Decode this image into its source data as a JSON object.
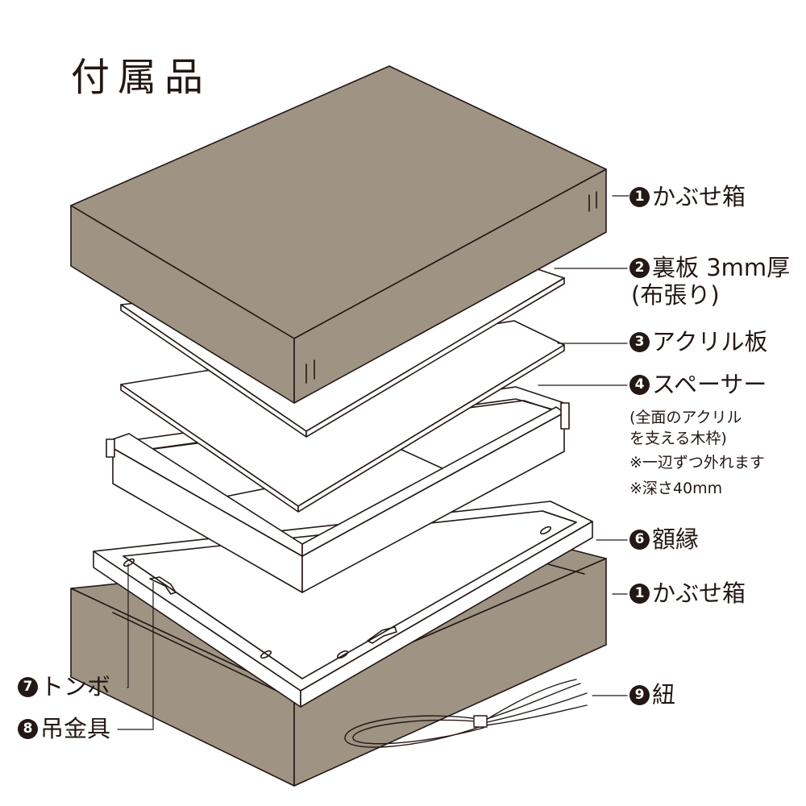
{
  "title": "付属品",
  "colors": {
    "box_face": "#9f9384",
    "ink": "#231815",
    "panel": "#ffffff"
  },
  "parts": [
    {
      "number": "1",
      "text": "かぶせ箱"
    },
    {
      "number": "2",
      "text": "裏板 3mm厚",
      "sub": "(布張り)"
    },
    {
      "number": "3",
      "text": "アクリル板"
    },
    {
      "number": "4",
      "text": "スペーサー"
    },
    {
      "number": "6",
      "text": "額縁"
    },
    {
      "number": "1",
      "text": "かぶせ箱"
    },
    {
      "number": "7",
      "text": "トンボ"
    },
    {
      "number": "8",
      "text": "吊金具"
    },
    {
      "number": "9",
      "text": "紐"
    }
  ],
  "spacer_notes": [
    "(全面のアクリル",
    "を支える木枠)",
    "※一辺ずつ外れます",
    "※深さ40mm"
  ]
}
